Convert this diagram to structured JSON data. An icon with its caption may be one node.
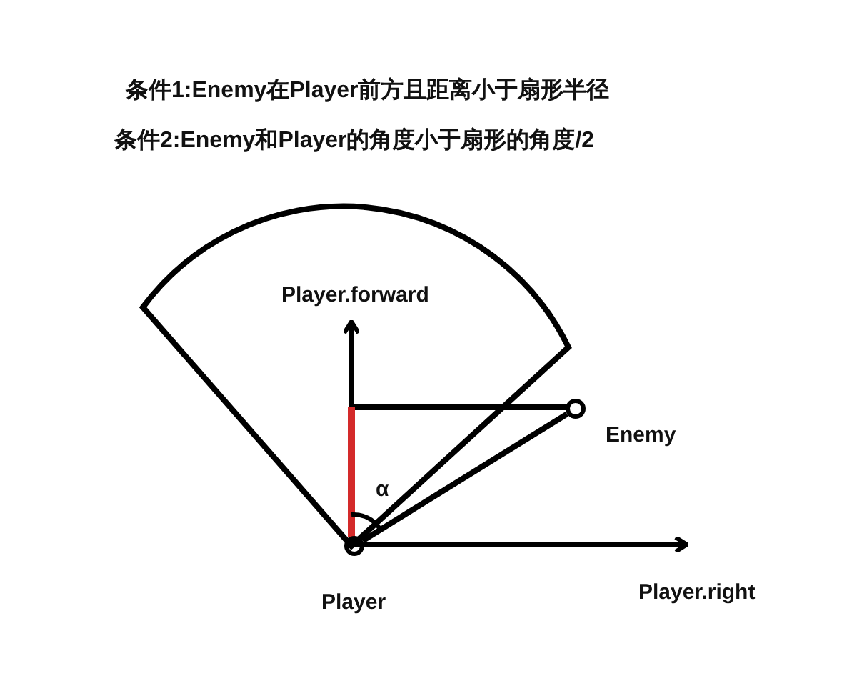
{
  "diagram": {
    "nodes": [
      {
        "text": [],
        "shape": "circle",
        "beside": [
          "Player"
        ]
      },
      {
        "text": [],
        "shape": "circle",
        "beside": [
          "Enemy"
        ]
      }
    ],
    "edges": [
      {
        "from": 0,
        "to": 1,
        "arrow": "none"
      }
    ],
    "labels": [
      "条件1:Enemy在Player前方且距离小于扇形半径",
      "条件2:Enemy和Player的角度小于扇形的角度/2",
      "Player.forward",
      "α",
      "Player.right"
    ]
  }
}
